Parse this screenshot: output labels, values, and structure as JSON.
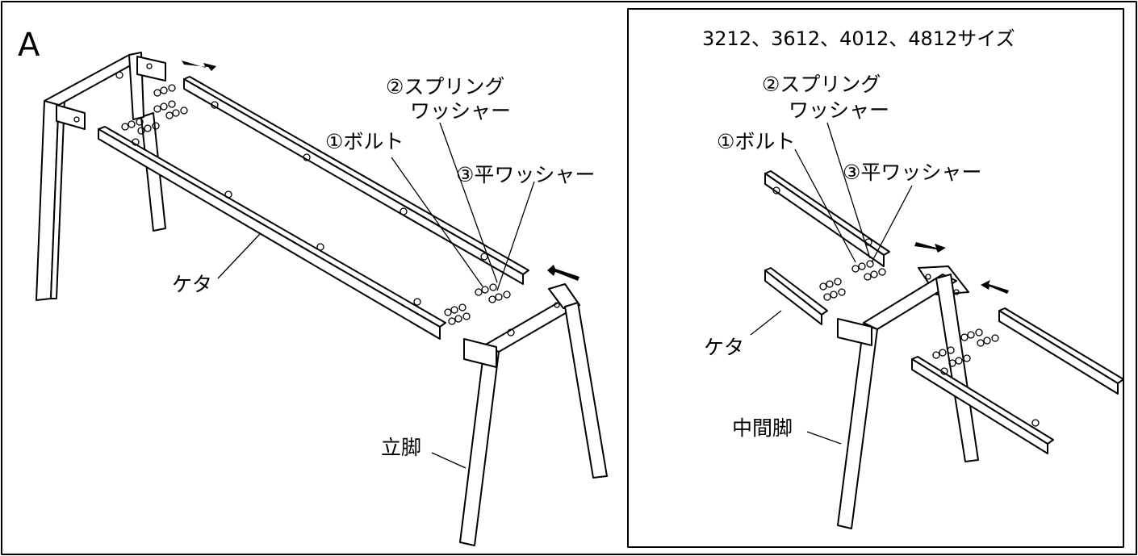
{
  "section_letter": "A",
  "main_labels": {
    "bolt": "①ボルト",
    "spring_washer_line1": "②スプリング",
    "spring_washer_line2": "ワッシャー",
    "flat_washer": "③平ワッシャー",
    "beam": "ケタ",
    "standing_leg": "立脚"
  },
  "inset": {
    "title": "3212、3612、4012、4812サイズ",
    "bolt": "①ボルト",
    "spring_washer_line1": "②スプリング",
    "spring_washer_line2": "ワッシャー",
    "flat_washer": "③平ワッシャー",
    "beam": "ケタ",
    "middle_leg": "中間脚"
  },
  "colors": {
    "line": "#000000",
    "background": "#ffffff"
  }
}
